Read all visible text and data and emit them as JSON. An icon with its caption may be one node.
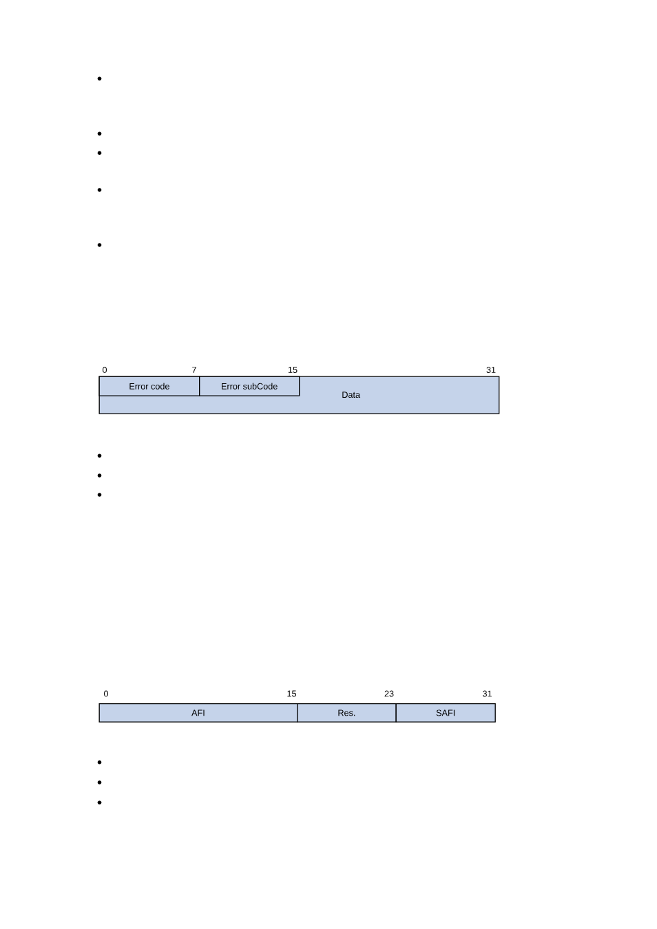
{
  "diagram": {
    "nodes": [
      {
        "text": [
          "Data"
        ]
      },
      {
        "text": [
          "Error code"
        ],
        "in": 0
      },
      {
        "text": [
          "Error subCode"
        ],
        "in": 0
      },
      {
        "text": [
          "AFI"
        ]
      },
      {
        "text": [
          "Res."
        ]
      },
      {
        "text": [
          "SAFI"
        ]
      }
    ],
    "labels": [
      "0",
      "7",
      "15",
      "31",
      "0",
      "15",
      "23",
      "31"
    ]
  }
}
